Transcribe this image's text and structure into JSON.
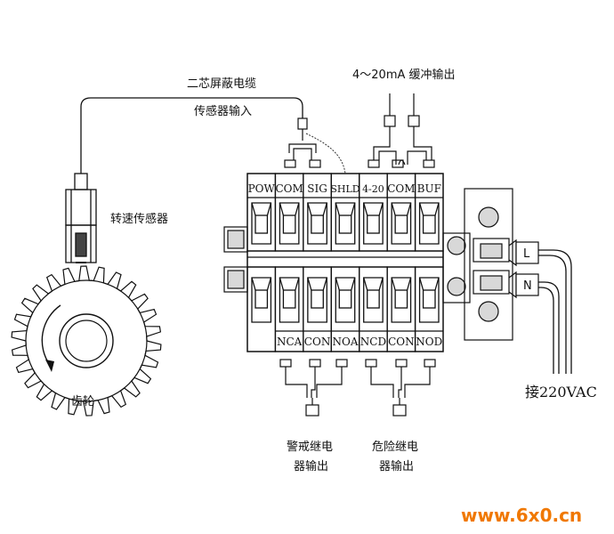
{
  "labels": {
    "cable": "二芯屏蔽电缆",
    "sensor_input": "传感器输入",
    "current_output": "4～20mA 缓冲输出",
    "speed_sensor": "转速传感器",
    "gear": "齿轮",
    "alarm_relay_1": "警戒继电",
    "alarm_relay_2": "器输出",
    "danger_relay_1": "危险继电",
    "danger_relay_2": "器输出",
    "power": "接220VAC",
    "live": "L",
    "neutral": "N",
    "watermark": "www.6x0.cn"
  },
  "top_terminals": [
    "POW",
    "COM",
    "SIG",
    "SHLD",
    "4-20",
    "COM",
    "BUF"
  ],
  "bottom_terminals": [
    "NCA",
    "CON",
    "NOA",
    "NCD",
    "CON",
    "NOD"
  ],
  "colors": {
    "line": "#111111",
    "watermark": "#f07800",
    "screw_fill": "#d8d8d8"
  }
}
